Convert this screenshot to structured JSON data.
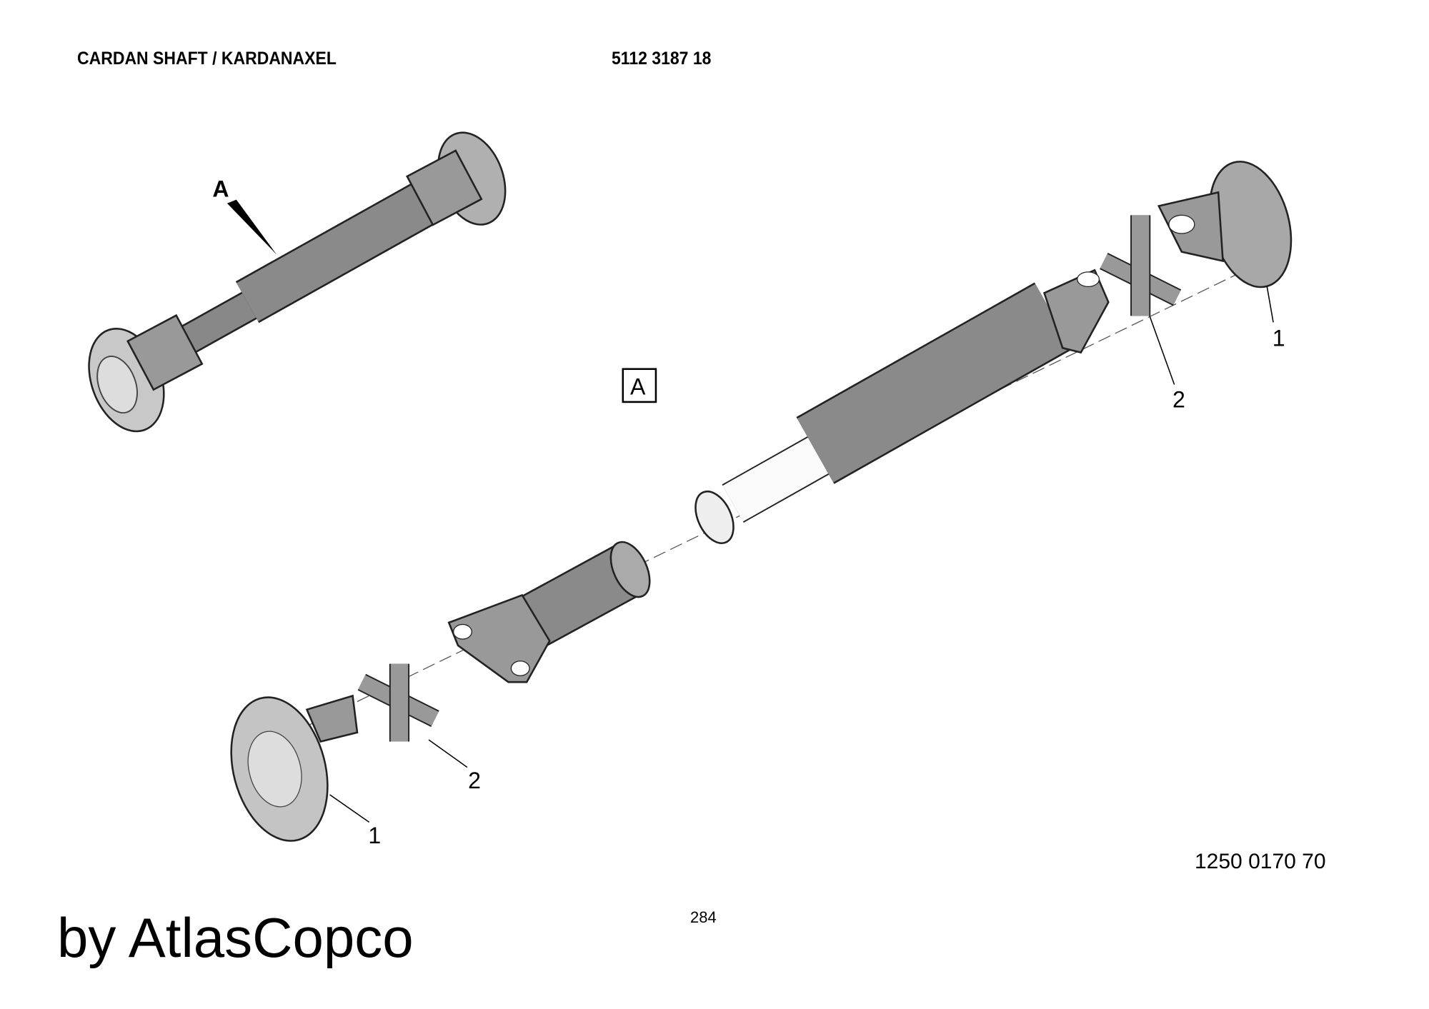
{
  "header": {
    "title": "CARDAN SHAFT / KARDANAXEL",
    "part_number": "5112 3187 18"
  },
  "drawing": {
    "view_marker": "A",
    "view_box_label": "A",
    "callouts": [
      "1",
      "2",
      "2",
      "1"
    ]
  },
  "footer": {
    "document_number": "1250 0170 70",
    "page_number": "284",
    "brand": "by AtlasCopco"
  }
}
